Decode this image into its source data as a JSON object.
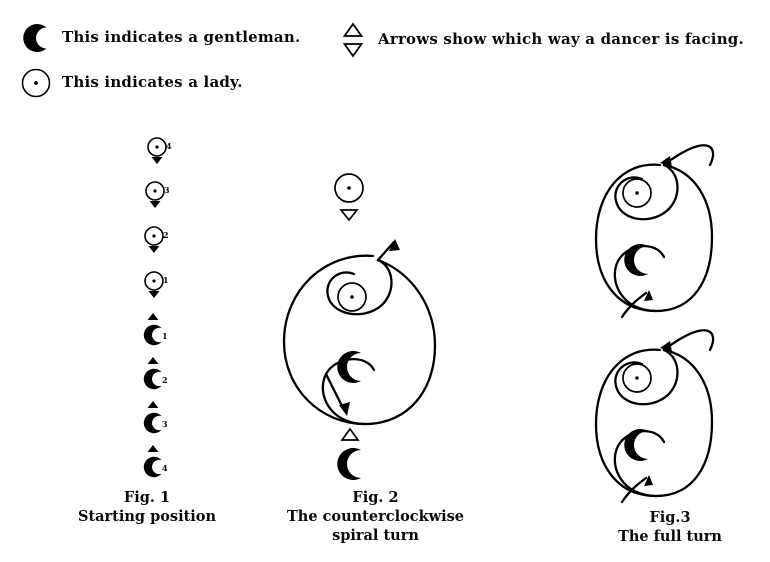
{
  "legend": {
    "gentleman": {
      "icon": "gentleman-crescent-icon",
      "text": "This indicates a gentleman."
    },
    "lady": {
      "icon": "lady-circle-dot-icon",
      "text": "This indicates a lady."
    },
    "arrows": {
      "icon": "double-arrow-icon",
      "text": "Arrows show which way a dancer is facing."
    }
  },
  "figures": [
    {
      "id": "fig1",
      "caption_lines": [
        "Fig. 1",
        "Starting position"
      ],
      "dancers": [
        {
          "role": "lady",
          "index": "4",
          "facing": "down"
        },
        {
          "role": "lady",
          "index": "3",
          "facing": "down"
        },
        {
          "role": "lady",
          "index": "2",
          "facing": "down"
        },
        {
          "role": "lady",
          "index": "1",
          "facing": "down"
        },
        {
          "role": "gentleman",
          "index": "1",
          "facing": "up"
        },
        {
          "role": "gentleman",
          "index": "2",
          "facing": "up"
        },
        {
          "role": "gentleman",
          "index": "3",
          "facing": "up"
        },
        {
          "role": "gentleman",
          "index": "4",
          "facing": "up"
        }
      ]
    },
    {
      "id": "fig2",
      "caption_lines": [
        "Fig. 2",
        "The counterclockwise",
        "spiral turn"
      ],
      "dancers": [
        {
          "role": "lady",
          "index": "",
          "facing": "down"
        },
        {
          "role": "lady",
          "index": "",
          "facing": ""
        },
        {
          "role": "gentleman",
          "index": "",
          "facing": ""
        },
        {
          "role": "gentleman",
          "index": "",
          "facing": "up"
        }
      ],
      "path": "counterclockwise-spiral"
    },
    {
      "id": "fig3",
      "caption_lines": [
        "Fig.3",
        "The full turn"
      ],
      "loops": [
        {
          "dancers": [
            {
              "role": "lady",
              "index": "",
              "facing": ""
            },
            {
              "role": "gentleman",
              "index": "",
              "facing": ""
            }
          ],
          "path": "full-turn-loop"
        },
        {
          "dancers": [
            {
              "role": "lady",
              "index": "",
              "facing": ""
            },
            {
              "role": "gentleman",
              "index": "",
              "facing": ""
            }
          ],
          "path": "full-turn-loop"
        }
      ]
    }
  ],
  "colors": {
    "ink": "#000000",
    "paper": "#ffffff"
  }
}
